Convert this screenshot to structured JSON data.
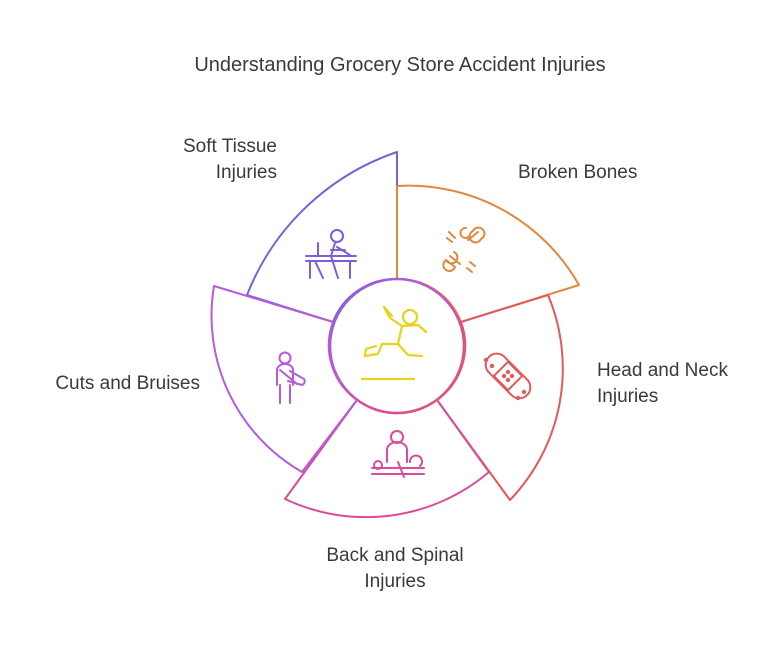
{
  "title": "Understanding Grocery Store Accident Injuries",
  "center": {
    "icon": "slip-and-fall-icon",
    "color": "#e8d21a"
  },
  "segments": [
    {
      "label_lines": [
        "Soft Tissue",
        "Injuries"
      ],
      "icon": "physiotherapy-icon",
      "color": "#7c5fd8"
    },
    {
      "label_lines": [
        "Broken Bones"
      ],
      "icon": "broken-bone-icon",
      "color": "#e0893e"
    },
    {
      "label_lines": [
        "Head and Neck",
        "Injuries"
      ],
      "icon": "bandage-icon",
      "color": "#e05a5a"
    },
    {
      "label_lines": [
        "Back and Spinal",
        "Injuries"
      ],
      "icon": "back-massage-icon",
      "color": "#d94c9a"
    },
    {
      "label_lines": [
        "Cuts and Bruises"
      ],
      "icon": "arm-sling-icon",
      "color": "#b45cd9"
    }
  ]
}
